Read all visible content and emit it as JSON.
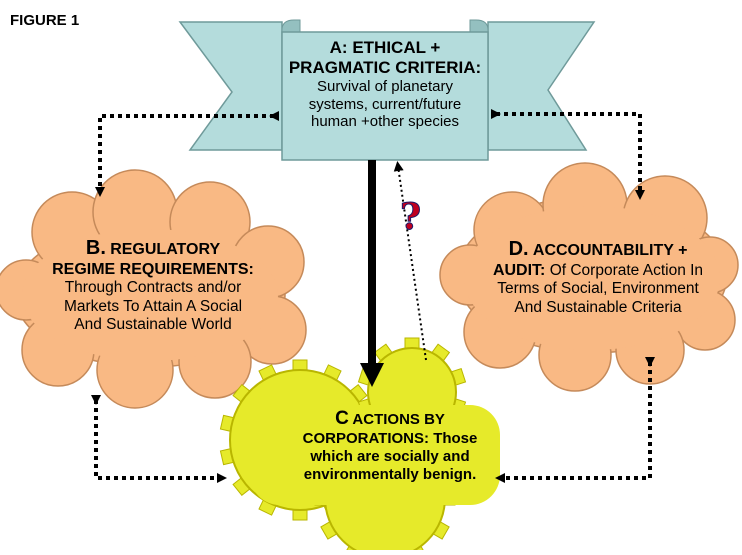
{
  "figure_label": "FIGURE 1",
  "colors": {
    "banner_fill": "#b4dcdc",
    "cloud_fill": "#f9b984",
    "gear_fill": "#e6ea2a",
    "arrow": "#000000",
    "question_mark": "#c00020"
  },
  "nodes": {
    "a": {
      "title_line1": "A: ETHICAL +",
      "title_line2": "PRAGMATIC CRITERIA:",
      "body_line1": "Survival of planetary",
      "body_line2": "systems, current/future",
      "body_line3": "human +other species"
    },
    "b": {
      "title_letter": "B.",
      "title_line1": "REGULATORY",
      "title_line2": "REGIME REQUIREMENTS:",
      "body_line1": "Through Contracts and/or",
      "body_line2": "Markets To Attain A Social",
      "body_line3": "And Sustainable World"
    },
    "c": {
      "title_letter": "C",
      "title_line1": "ACTIONS BY",
      "title_line2": "CORPORATIONS:",
      "body_line1": "Those",
      "body_line2": "which are socially and",
      "body_line3": "environmentally benign."
    },
    "d": {
      "title_letter": "D.",
      "title_line1": "ACCOUNTABILITY +",
      "title_line2": "AUDIT:",
      "body_line1": "Of Corporate Action In",
      "body_line2": "Terms of Social, Environment",
      "body_line3": "And Sustainable Criteria"
    }
  },
  "question_mark": "?",
  "links": [
    {
      "from": "a",
      "to": "c",
      "style": "solid-thick"
    },
    {
      "from": "c",
      "to": "a",
      "style": "dotted"
    },
    {
      "from": "a",
      "to": "b",
      "style": "dotted-bidirectional"
    },
    {
      "from": "a",
      "to": "d",
      "style": "dotted-bidirectional"
    },
    {
      "from": "b",
      "to": "c",
      "style": "dotted-bidirectional"
    },
    {
      "from": "d",
      "to": "c",
      "style": "dotted-bidirectional"
    }
  ]
}
